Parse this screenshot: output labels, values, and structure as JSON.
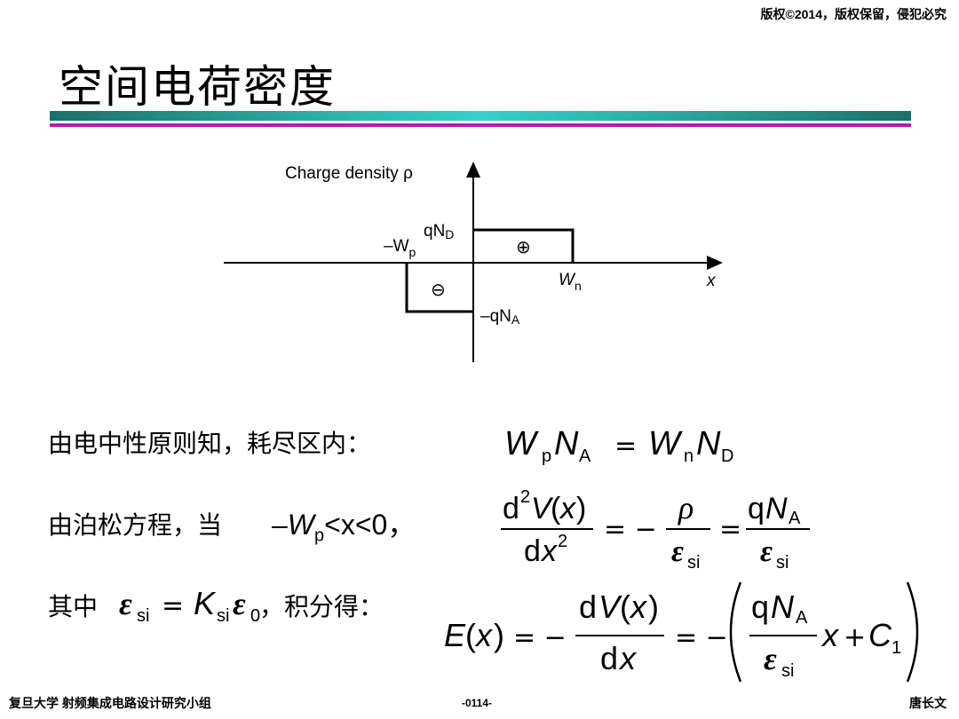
{
  "header": {
    "copyright": "版权©2014，版权保留，侵犯必究"
  },
  "slide": {
    "title": "空间电荷密度"
  },
  "figure": {
    "y_axis_label": "Charge density ρ",
    "x_axis_label": "x",
    "level_pos": "qN",
    "level_pos_sub": "D",
    "level_neg": "–qN",
    "level_neg_sub": "A",
    "left_edge": "–W",
    "left_edge_sub": "p",
    "right_edge": "W",
    "right_edge_sub": "n",
    "pos_region_symbol": "⊕",
    "neg_region_symbol": "⊖"
  },
  "text": {
    "line1_cn": "由电中性原则知，耗尽区内：",
    "line2_cn": "由泊松方程，当",
    "line2_cond": "–W",
    "line2_cond_sub": "p",
    "line2_cond_rest": "<x<0，",
    "line3_cn_a": "其中",
    "line3_cn_b": "，积分得："
  },
  "footer": {
    "left": "复旦大学   射频集成电路设计研究小组",
    "center": "-0114-",
    "right": "唐长文"
  }
}
